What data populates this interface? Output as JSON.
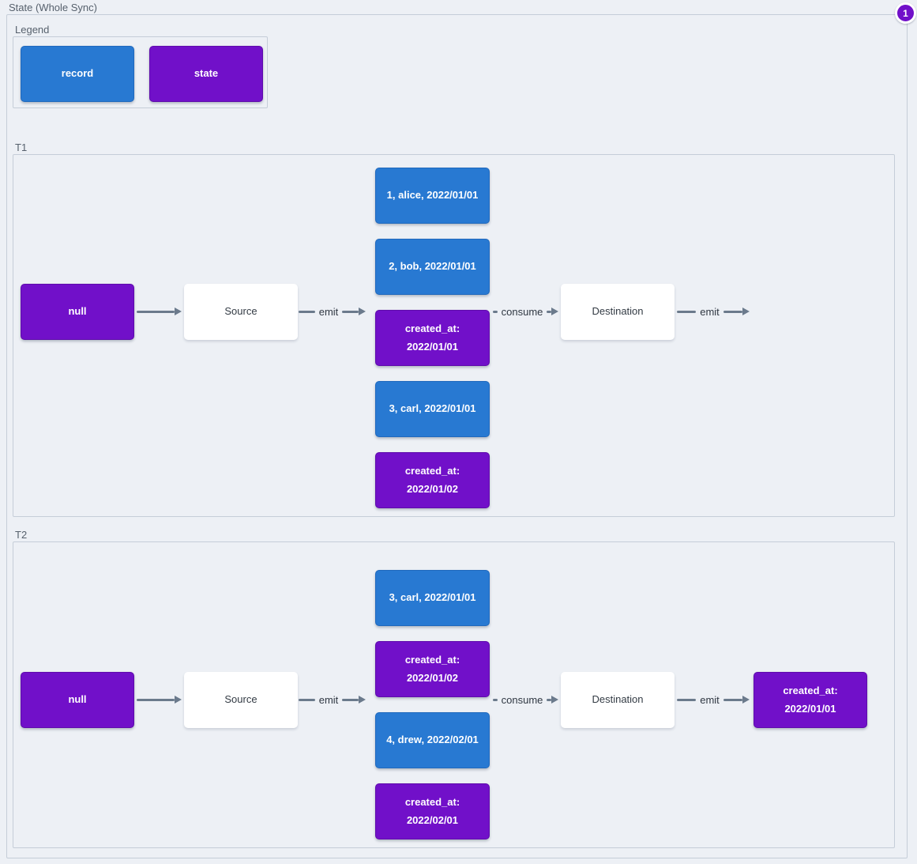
{
  "title": "State (Whole Sync)",
  "badge": {
    "text": "1"
  },
  "legend": {
    "label": "Legend",
    "items": [
      {
        "type": "record",
        "label": "record"
      },
      {
        "type": "state",
        "label": "state"
      }
    ]
  },
  "sections": [
    {
      "label": "T1",
      "null_state": "null",
      "source": "Source",
      "destination": "Destination",
      "emit_label": "emit",
      "consume_label": "consume",
      "emit_out_label": "emit",
      "stack": [
        {
          "type": "record",
          "text": "1, alice, 2022/01/01"
        },
        {
          "type": "record",
          "text": "2, bob, 2022/01/01"
        },
        {
          "type": "state",
          "text": "created_at: 2022/01/01"
        },
        {
          "type": "record",
          "text": "3, carl, 2022/01/01"
        },
        {
          "type": "state",
          "text": "created_at: 2022/01/02"
        }
      ],
      "output": null
    },
    {
      "label": "T2",
      "null_state": "null",
      "source": "Source",
      "destination": "Destination",
      "emit_label": "emit",
      "consume_label": "consume",
      "emit_out_label": "emit",
      "stack": [
        {
          "type": "record",
          "text": "3, carl, 2022/01/01"
        },
        {
          "type": "state",
          "text": "created_at: 2022/01/02"
        },
        {
          "type": "record",
          "text": "4, drew, 2022/02/01"
        },
        {
          "type": "state",
          "text": "created_at: 2022/02/01"
        }
      ],
      "output": {
        "type": "state",
        "text": "created_at: 2022/01/01"
      }
    }
  ],
  "colors": {
    "record": "#2879d2",
    "record_border": "#2069bd",
    "state": "#7110c9",
    "state_border": "#5f0cab",
    "arrow": "#6b7a8c",
    "panel_border": "#c5cdd8",
    "background": "#edf0f5",
    "label_text": "#57616d",
    "node_text_dark": "#333b44"
  }
}
